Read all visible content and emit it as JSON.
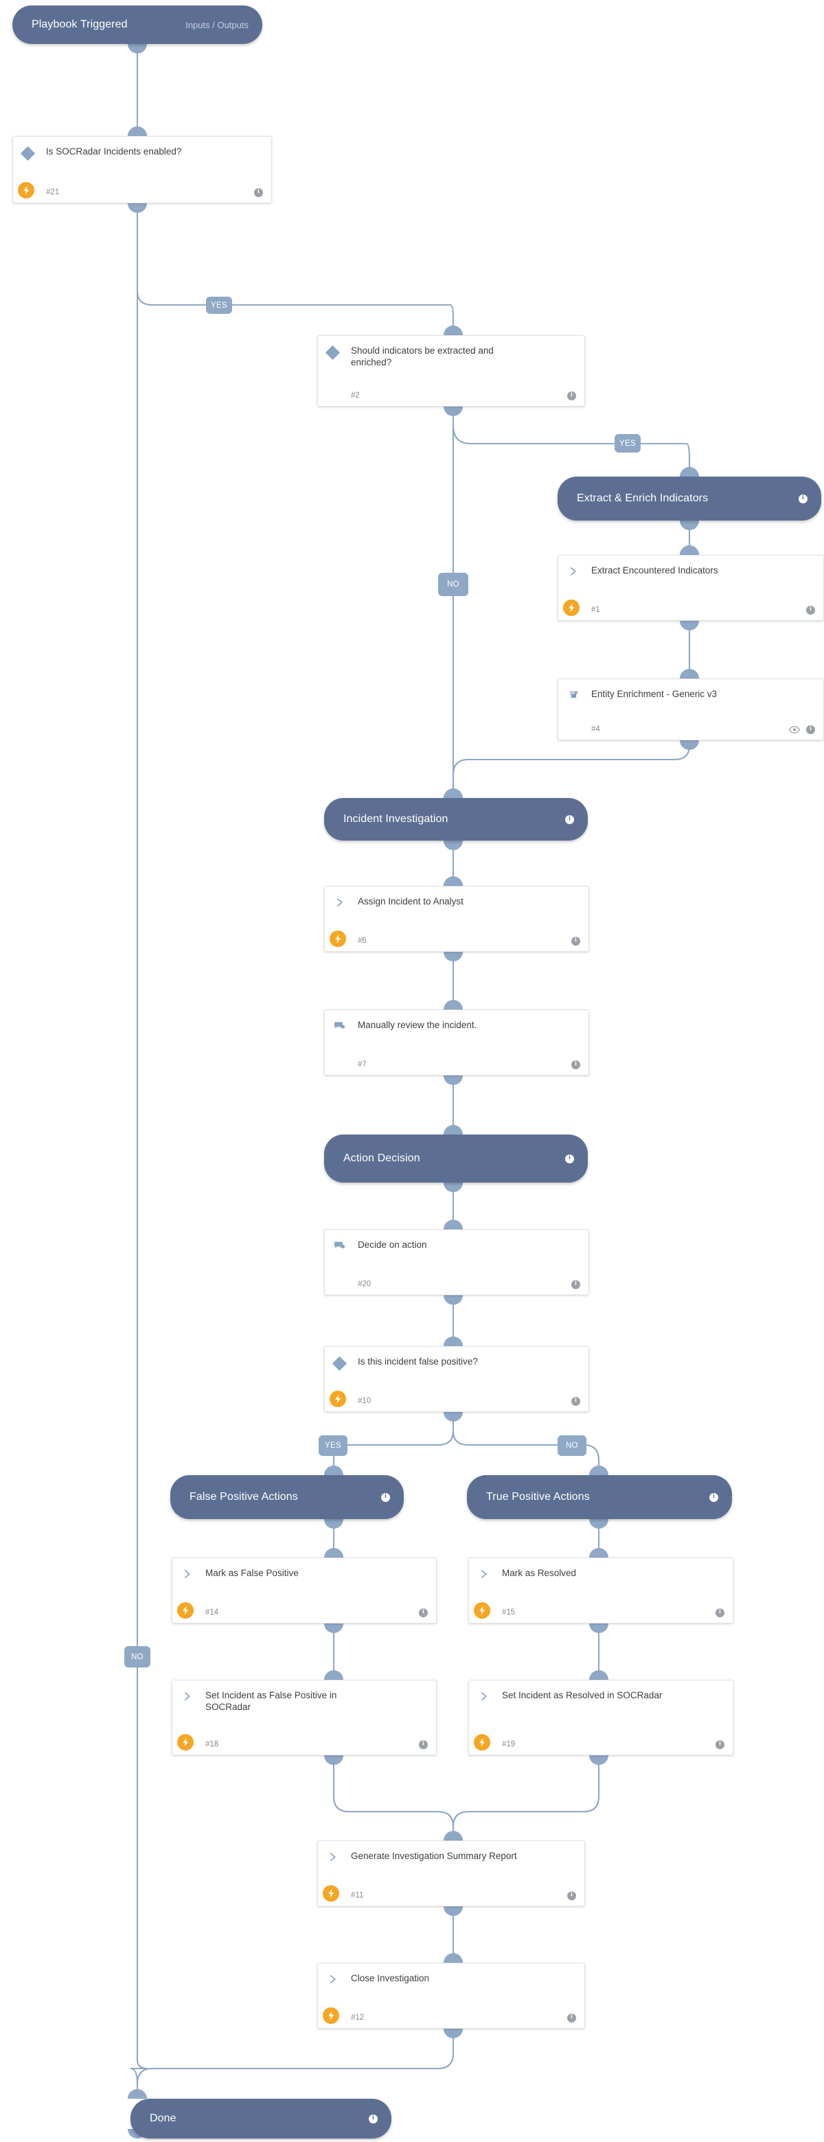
{
  "diagram": {
    "title": "Playbook Triggered",
    "colors": {
      "section_fill": "#5c6f93",
      "card_fill": "#ffffff",
      "card_border": "#e2e2e2",
      "connector": "#8fa8c6",
      "bolt_badge": "#f5a623",
      "diamond_icon": "#8aa4c3",
      "info_icon": "#9aa0a6",
      "badge_fill": "#8fa8c6",
      "background": "#ffffff"
    }
  },
  "nodes": {
    "playbook_triggered": {
      "label": "Playbook Triggered",
      "io_label": "Inputs / Outputs",
      "type": "section"
    },
    "socradar_enabled": {
      "label": "Is SOCRadar Incidents enabled?",
      "id": "#21",
      "type": "condition",
      "icon": "diamond-icon",
      "has_bolt": true,
      "has_info": true
    },
    "should_extract": {
      "label": "Should indicators be extracted and enriched?",
      "id": "#2",
      "type": "condition",
      "icon": "diamond-icon",
      "has_bolt": false,
      "has_info": true
    },
    "extract_enrich_section": {
      "label": "Extract & Enrich Indicators",
      "type": "section",
      "has_info": true
    },
    "extract_indicators": {
      "label": "Extract Encountered Indicators",
      "id": "#1",
      "type": "task",
      "icon": "chevron-right-icon",
      "has_bolt": true,
      "has_info": true
    },
    "entity_enrichment": {
      "label": "Entity Enrichment - Generic v3",
      "id": "#4",
      "type": "subplaybook",
      "icon": "book-icon",
      "has_bolt": false,
      "has_eye": true,
      "has_info": true
    },
    "incident_investigation_section": {
      "label": "Incident Investigation",
      "type": "section",
      "has_info": true
    },
    "assign_incident": {
      "label": "Assign Incident to Analyst",
      "id": "#6",
      "type": "task",
      "icon": "chevron-right-icon",
      "has_bolt": true,
      "has_info": true
    },
    "manual_review": {
      "label": "Manually review the incident.",
      "id": "#7",
      "type": "manual",
      "icon": "chat-icon",
      "has_bolt": false,
      "has_info": true
    },
    "action_decision_section": {
      "label": "Action Decision",
      "type": "section",
      "has_info": true
    },
    "decide_on_action": {
      "label": "Decide on action",
      "id": "#20",
      "type": "manual",
      "icon": "chat-icon",
      "has_bolt": false,
      "has_info": true
    },
    "is_false_positive": {
      "label": "Is this incident false positive?",
      "id": "#10",
      "type": "condition",
      "icon": "diamond-icon",
      "has_bolt": true,
      "has_info": true
    },
    "false_positive_section": {
      "label": "False Positive Actions",
      "type": "section",
      "has_info": true
    },
    "true_positive_section": {
      "label": "True Positive Actions",
      "type": "section",
      "has_info": true
    },
    "mark_false_positive": {
      "label": "Mark as False Positive",
      "id": "#14",
      "type": "task",
      "icon": "chevron-right-icon",
      "has_bolt": true,
      "has_info": true
    },
    "mark_resolved": {
      "label": "Mark as Resolved",
      "id": "#15",
      "type": "task",
      "icon": "chevron-right-icon",
      "has_bolt": true,
      "has_info": true
    },
    "set_false_positive_socradar": {
      "label": "Set Incident as False Positive in SOCRadar",
      "id": "#18",
      "type": "task",
      "icon": "chevron-right-icon",
      "has_bolt": true,
      "has_info": true
    },
    "set_resolved_socradar": {
      "label": "Set Incident as Resolved in SOCRadar",
      "id": "#19",
      "type": "task",
      "icon": "chevron-right-icon",
      "has_bolt": true,
      "has_info": true
    },
    "generate_report": {
      "label": "Generate Investigation Summary Report",
      "id": "#11",
      "type": "task",
      "icon": "chevron-right-icon",
      "has_bolt": true,
      "has_info": true
    },
    "close_investigation": {
      "label": "Close Investigation",
      "id": "#12",
      "type": "task",
      "icon": "chevron-right-icon",
      "has_bolt": true,
      "has_info": true
    },
    "done": {
      "label": "Done",
      "type": "section",
      "has_info": true
    }
  },
  "edge_labels": {
    "socradar_yes": "YES",
    "socradar_no": "NO",
    "extract_yes": "YES",
    "extract_no": "NO",
    "fp_yes": "YES",
    "fp_no": "NO"
  },
  "icon_glyphs": {
    "info": "i"
  }
}
